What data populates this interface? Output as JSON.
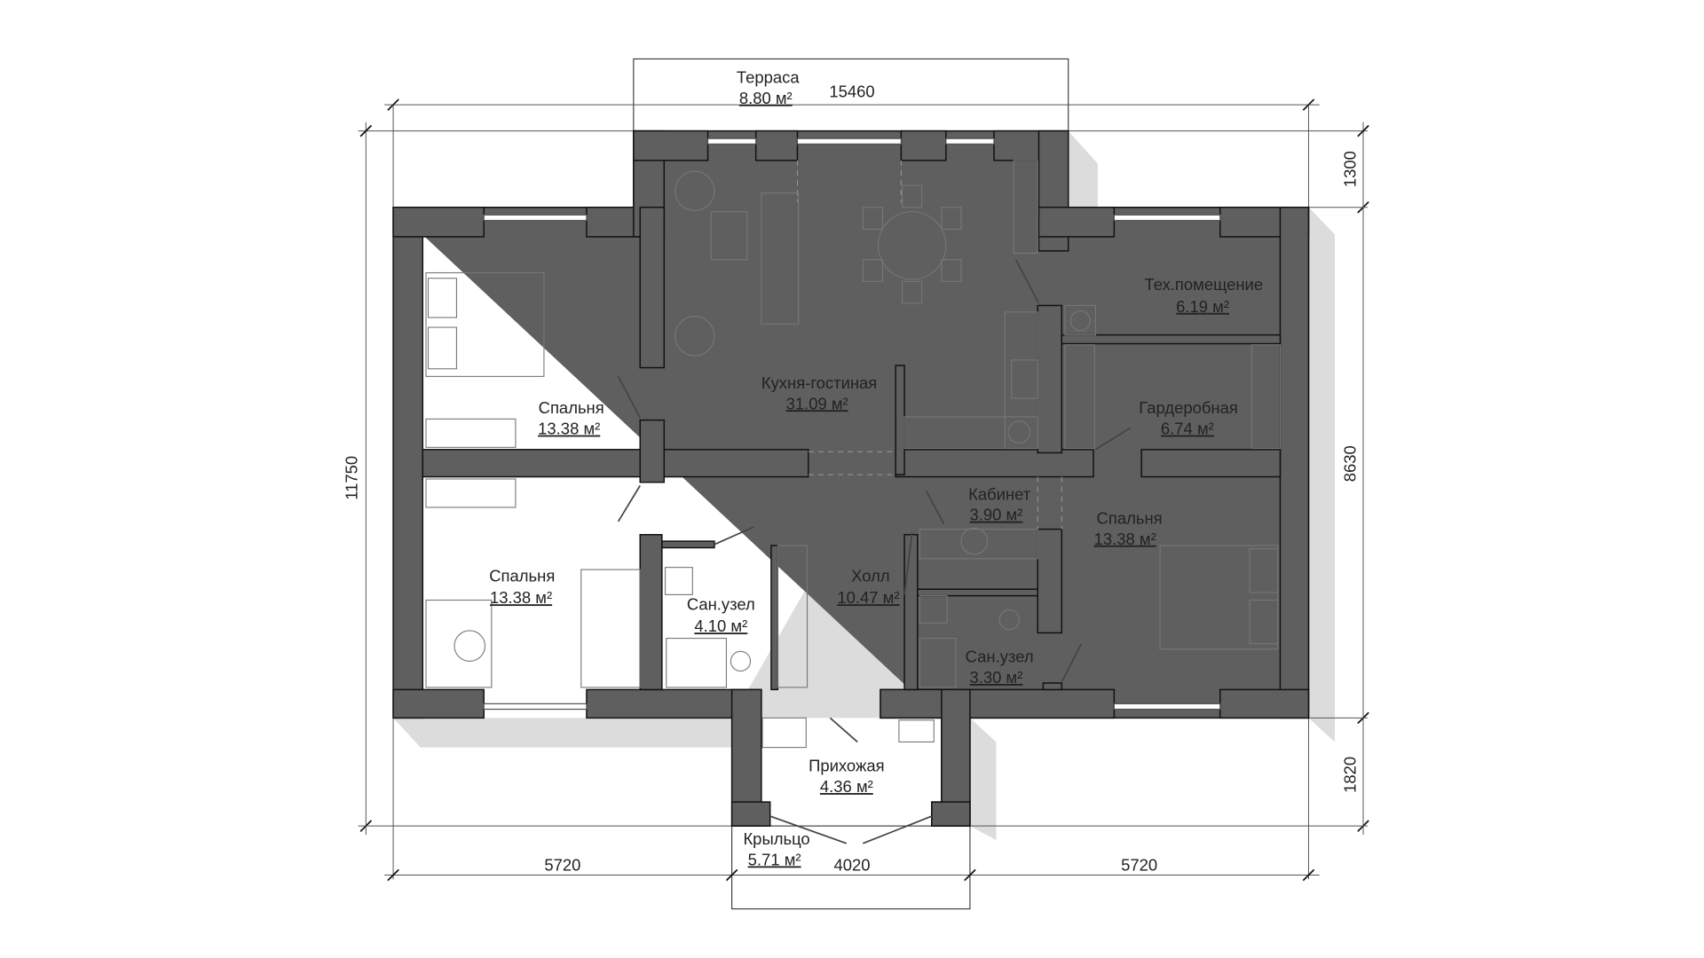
{
  "plan": {
    "dimensions": {
      "overall_width": "15460",
      "overall_depth": "11750",
      "terrace_depth": "1300",
      "body_depth": "8630",
      "entry_depth": "1820",
      "left_width": "5720",
      "entry_width": "4020",
      "right_width": "5720"
    },
    "rooms": [
      {
        "name": "Терраса",
        "area": "8.80 м²"
      },
      {
        "name": "Тех.помещение",
        "area": "6.19 м²"
      },
      {
        "name": "Кухня-гостиная",
        "area": "31.09 м²"
      },
      {
        "name": "Спальня",
        "area": "13.38 м²"
      },
      {
        "name": "Гардеробная",
        "area": "6.74 м²"
      },
      {
        "name": "Кабинет",
        "area": "3.90 м²"
      },
      {
        "name": "Спальня",
        "area": "13.38 м²"
      },
      {
        "name": "Спальня",
        "area": "13.38 м²"
      },
      {
        "name": "Холл",
        "area": "10.47 м²"
      },
      {
        "name": "Сан.узел",
        "area": "4.10 м²"
      },
      {
        "name": "Сан.узел",
        "area": "3.30 м²"
      },
      {
        "name": "Прихожая",
        "area": "4.36 м²"
      },
      {
        "name": "Крыльцо",
        "area": "5.71 м²"
      }
    ],
    "colors": {
      "wall": "#5f5f5f",
      "shadow": "#dcdcdc"
    }
  }
}
